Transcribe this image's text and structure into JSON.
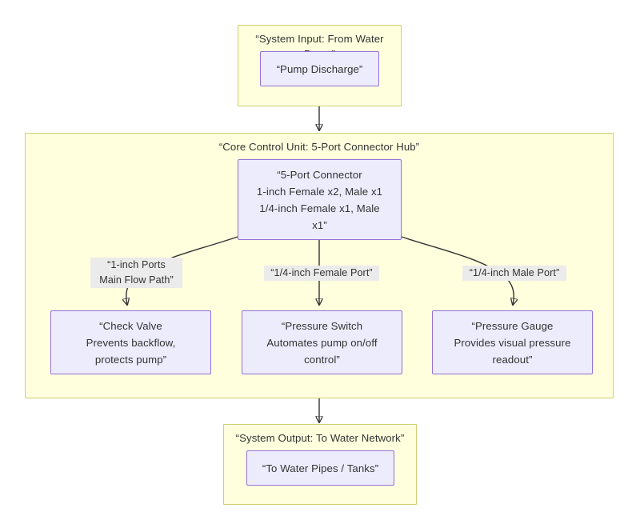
{
  "diagram": {
    "type": "flowchart",
    "direction": "top-to-bottom",
    "background_color": "#ffffff",
    "subgraph_fill": "#ffffde",
    "subgraph_stroke": "#cfce72",
    "node_fill": "#ececfd",
    "node_stroke": "#9370db",
    "edge_color": "#333333",
    "edge_label_fill": "#ebebeb",
    "text_color": "#333333"
  },
  "subgraphs": {
    "input": {
      "title": "“System Input: From Water Pump”"
    },
    "core": {
      "title": "“Core Control Unit: 5-Port Connector Hub”"
    },
    "output": {
      "title": "“System Output: To Water Network”"
    }
  },
  "nodes": {
    "pump_discharge": {
      "label": "“Pump Discharge”"
    },
    "connector": {
      "label": "“5-Port Connector\n1-inch Female x2, Male x1\n1/4-inch Female x1, Male\nx1”"
    },
    "check_valve": {
      "label": "“Check Valve\nPrevents backflow,\nprotects pump”"
    },
    "pressure_switch": {
      "label": "“Pressure Switch\nAutomates pump on/off\ncontrol”"
    },
    "pressure_gauge": {
      "label": "“Pressure Gauge\nProvides visual pressure\nreadout”"
    },
    "water_network": {
      "label": "“To Water Pipes / Tanks”"
    }
  },
  "edge_labels": {
    "one_inch_ports": "“1-inch Ports\nMain Flow Path”",
    "quarter_female": "“1/4-inch Female Port”",
    "quarter_male": "“1/4-inch Male Port”"
  }
}
